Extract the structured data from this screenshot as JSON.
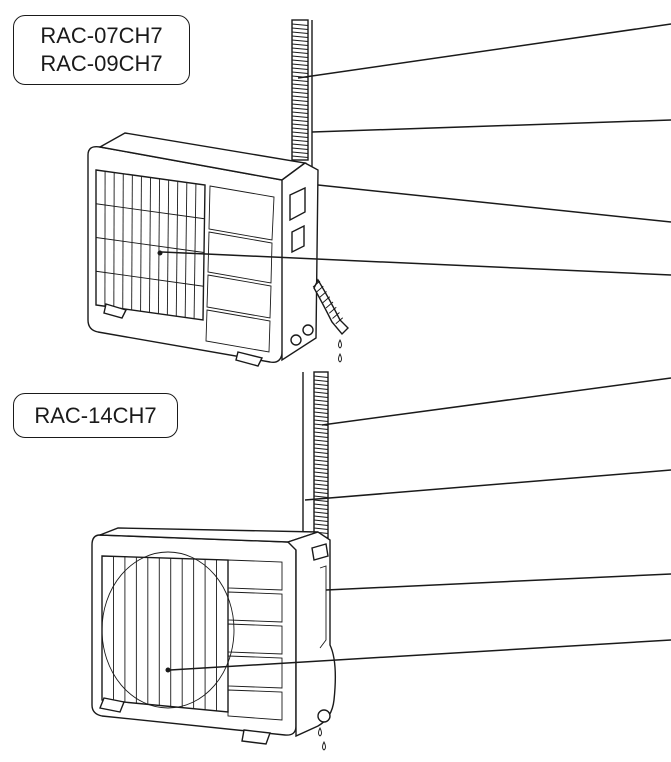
{
  "models": {
    "unit_a": [
      "RAC-07CH7",
      "RAC-09CH7"
    ],
    "unit_b": [
      "RAC-14CH7"
    ]
  },
  "colors": {
    "ink": "#1a1a1a",
    "background": "#ffffff"
  }
}
